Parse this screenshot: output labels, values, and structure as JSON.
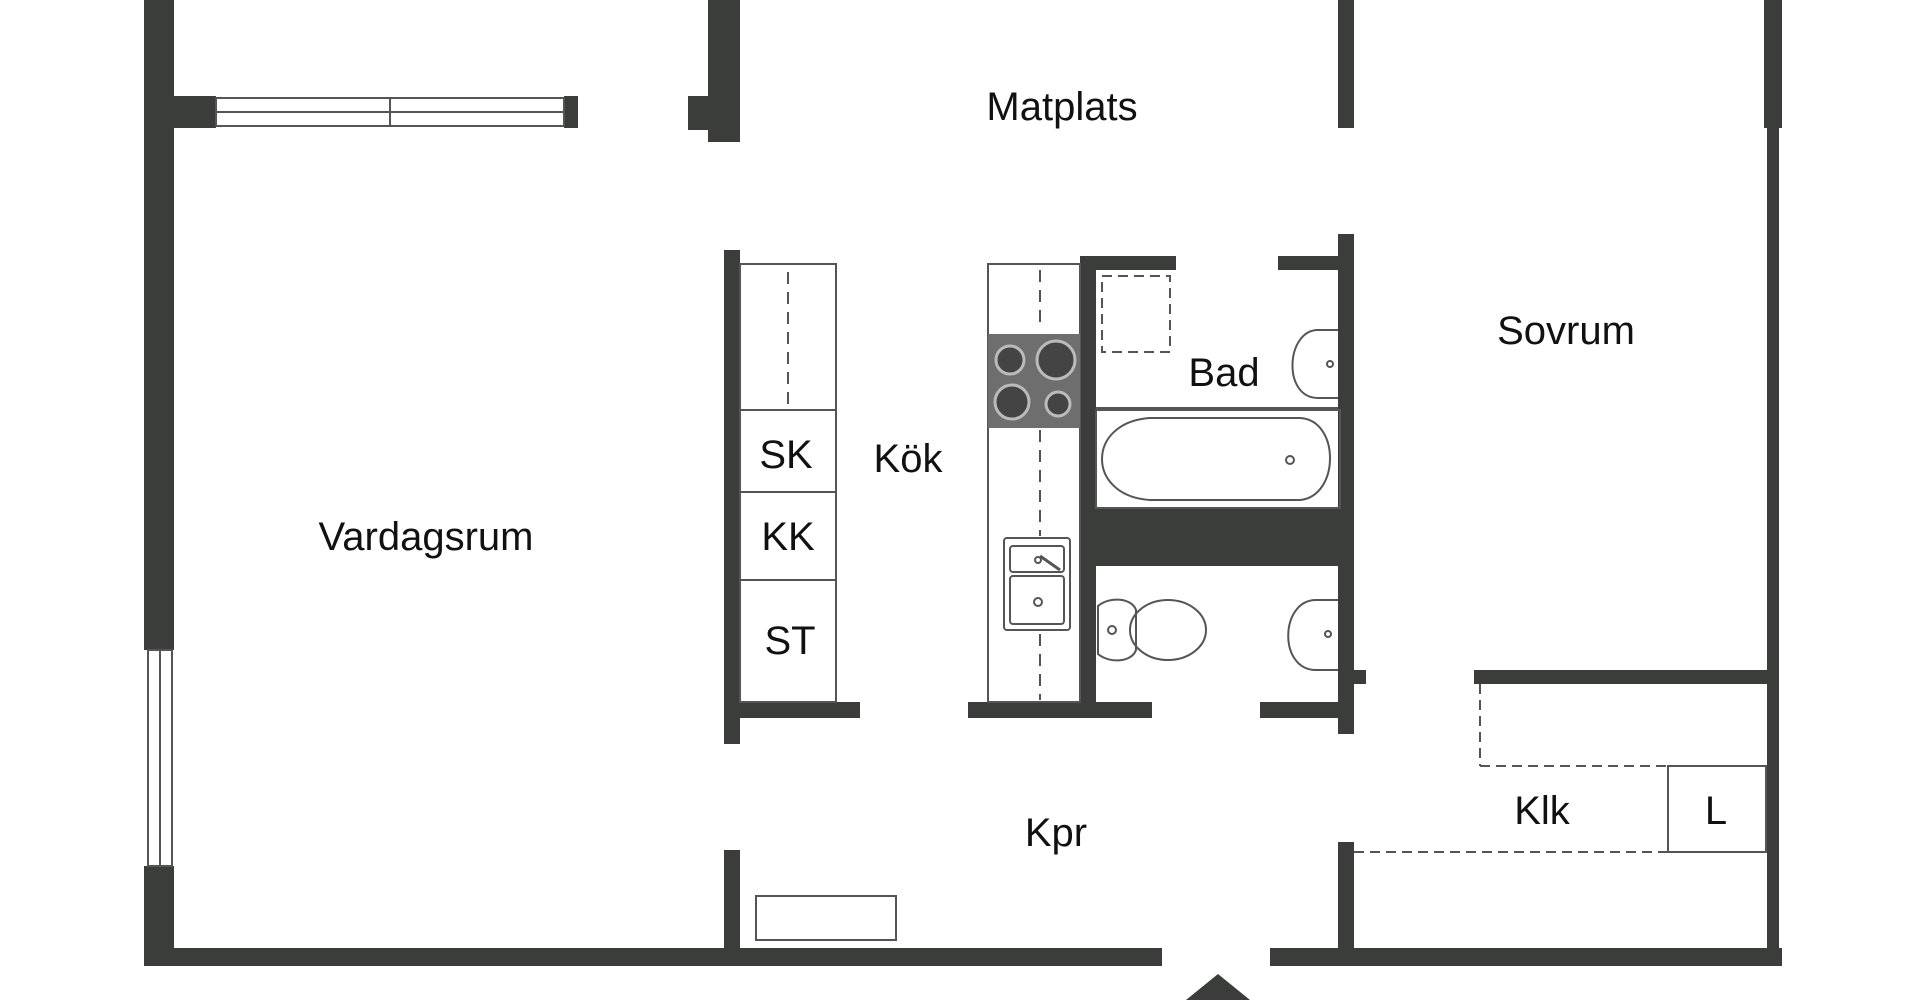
{
  "colors": {
    "wall": "#3a3d39",
    "line": "#555555",
    "stove": "#6e6e6e",
    "background": "#ffffff"
  },
  "icons": {
    "stove": "stove-icon",
    "sink": "kitchen-sink-icon",
    "bathtub": "bathtub-icon",
    "washbasin": "washbasin-icon",
    "toilet": "toilet-icon",
    "shower": "shower-icon",
    "window": "window-icon",
    "entrance": "entrance-arrow-icon",
    "radiator": "radiator-icon"
  },
  "rooms": {
    "matplats": "Matplats",
    "vardagsrum": "Vardagsrum",
    "kok": "Kök",
    "bad": "Bad",
    "sovrum": "Sovrum",
    "kpr": "Kpr",
    "klk": "Klk"
  },
  "appliances": {
    "sk": "SK",
    "kk": "KK",
    "st": "ST",
    "l": "L"
  }
}
